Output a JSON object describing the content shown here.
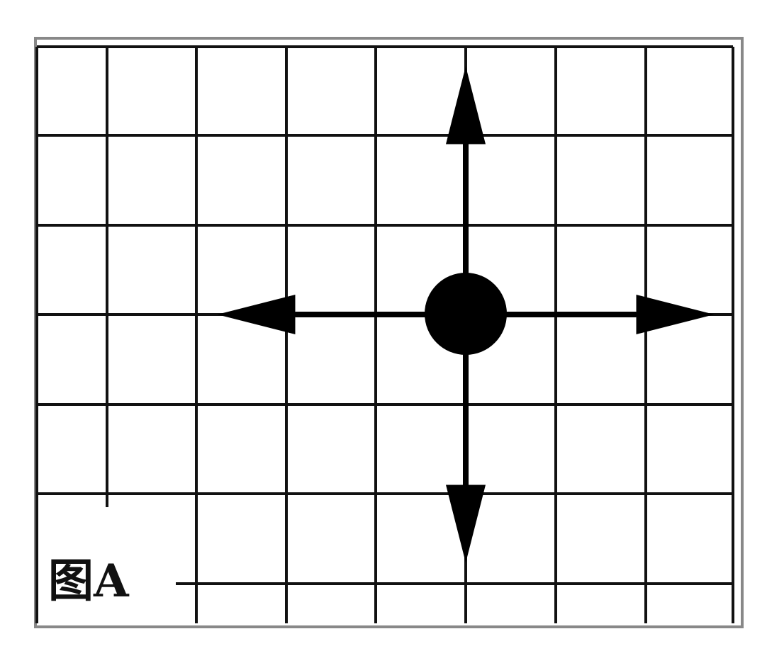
{
  "figure": {
    "caption": "图A"
  },
  "colors": {
    "background": "#ffffff",
    "grid_line": "#111111",
    "frame_border": "#888888",
    "piece_and_arrows": "#000000"
  },
  "board": {
    "columns": 8,
    "rows": 7
  },
  "piece": {
    "column": 5,
    "row": 3,
    "shape": "filled-circle"
  },
  "arrows": [
    {
      "direction": "up",
      "length_in_cells": 3
    },
    {
      "direction": "down",
      "length_in_cells": 3
    },
    {
      "direction": "left",
      "length_in_cells": 3
    },
    {
      "direction": "right",
      "length_in_cells": 3
    }
  ]
}
